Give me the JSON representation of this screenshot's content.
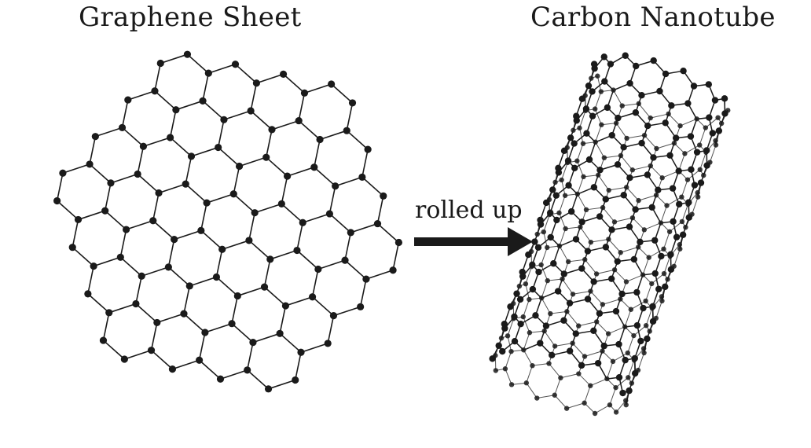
{
  "titles": {
    "left": "Graphene Sheet",
    "right": "Carbon Nanotube"
  },
  "arrow": {
    "label": "rolled up",
    "icon": "right-arrow-icon"
  },
  "colors": {
    "ink": "#1a1a1a",
    "background": "#ffffff"
  }
}
